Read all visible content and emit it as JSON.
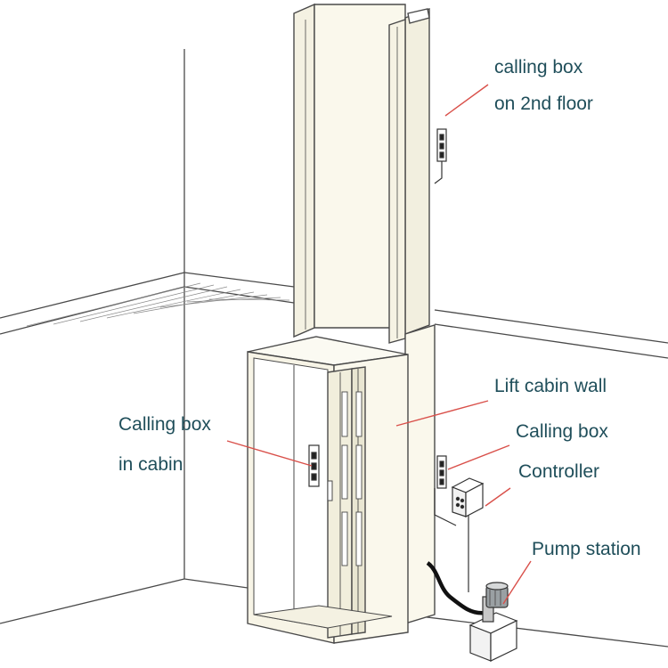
{
  "labels": {
    "calling_box_2nd_line1": "calling box",
    "calling_box_2nd_line2": "on 2nd floor",
    "lift_cabin_wall": "Lift cabin wall",
    "calling_box": "Calling box",
    "controller": "Controller",
    "pump_station": "Pump station",
    "calling_box_cabin_line1": "Calling box",
    "calling_box_cabin_line2": "in cabin"
  },
  "colors": {
    "line": "#4a4a4a",
    "leader": "#d9504a",
    "wall_fill": "#faf8ec",
    "text": "#1f4e5a"
  }
}
